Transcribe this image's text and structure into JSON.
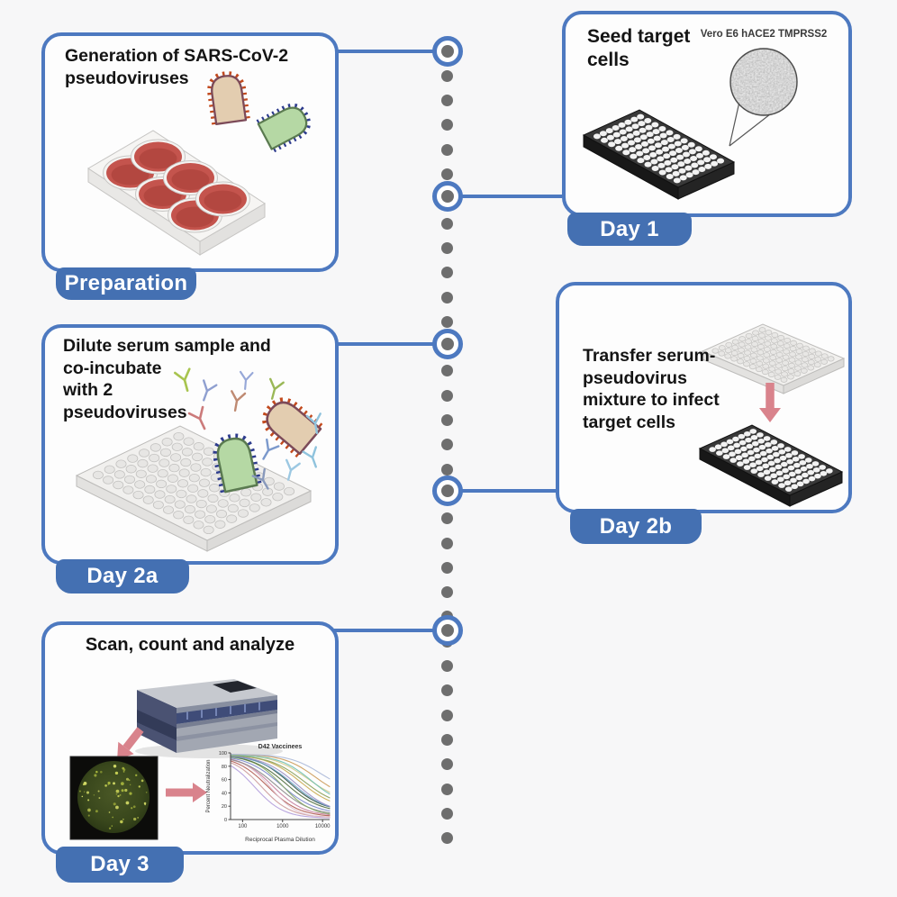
{
  "figure": {
    "background": "#f7f7f8",
    "description": "SARS-CoV-2 pseudovirus neutralization assay workflow timeline"
  },
  "palette": {
    "accent": "#4d79c0",
    "badge": "#4470b2",
    "timeline_dot": "#6e6e6e",
    "arrow": "#d9838c",
    "virus_tan_body": "#e3cdb0",
    "virus_tan_outline": "#7c4a58",
    "virus_tan_spikes": "#c24a1e",
    "virus_green_body": "#b5d8a4",
    "virus_green_outline": "#5a7a50",
    "virus_green_spikes": "#2e3c8e"
  },
  "boxes": {
    "prep": {
      "title": "Generation of SARS-CoV-2\npseudoviruses",
      "badge": "Preparation"
    },
    "day1": {
      "title": "Seed target\ncells",
      "badge": "Day 1",
      "annotation": "Vero E6 hACE2 TMPRSS2"
    },
    "day2a": {
      "title": "Dilute serum sample and\nco-incubate\nwith 2\npseudoviruses",
      "badge": "Day 2a"
    },
    "day2b": {
      "title": "Transfer serum-\npseudovirus\nmixture to infect\ntarget cells",
      "badge": "Day 2b"
    },
    "day3": {
      "title": "Scan, count and analyze",
      "badge": "Day 3"
    }
  },
  "chart_data": {
    "type": "line",
    "title": "D42 Vaccinees",
    "xlabel": "Reciprocal Plasma Dilution",
    "ylabel": "Percent Neutralization",
    "x_scale": "log",
    "xlim": [
      50,
      15000
    ],
    "ylim": [
      0,
      100
    ],
    "x_ticks": [
      100,
      1000,
      10000
    ],
    "y_ticks": [
      0,
      20,
      40,
      60,
      80,
      100
    ],
    "grid": false,
    "legend": "none",
    "note": "Sigmoid neutralization titration curves, one per subject; values estimated from figure",
    "curves": [
      {
        "color": "#b39ddb",
        "ec50": 200,
        "top": 96,
        "bottom": 2,
        "hill": 1.2
      },
      {
        "color": "#cc9999",
        "ec50": 300,
        "top": 95,
        "bottom": 3,
        "hill": 1.2
      },
      {
        "color": "#b05a50",
        "ec50": 420,
        "top": 96,
        "bottom": 4,
        "hill": 1.1
      },
      {
        "color": "#c77f9e",
        "ec50": 550,
        "top": 97,
        "bottom": 5,
        "hill": 1.1
      },
      {
        "color": "#e0c2d0",
        "ec50": 500,
        "top": 94,
        "bottom": 2,
        "hill": 1.3
      },
      {
        "color": "#8a8a8a",
        "ec50": 700,
        "top": 96,
        "bottom": 6,
        "hill": 1.0
      },
      {
        "color": "#7986cb",
        "ec50": 900,
        "top": 97,
        "bottom": 8,
        "hill": 1.0
      },
      {
        "color": "#88aa66",
        "ec50": 1000,
        "top": 96,
        "bottom": 5,
        "hill": 1.2
      },
      {
        "color": "#4e6b3a",
        "ec50": 1200,
        "top": 98,
        "bottom": 10,
        "hill": 1.0
      },
      {
        "color": "#2f4f3f",
        "ec50": 1500,
        "top": 98,
        "bottom": 12,
        "hill": 1.05
      },
      {
        "color": "#6aa0c8",
        "ec50": 1800,
        "top": 97,
        "bottom": 10,
        "hill": 1.0
      },
      {
        "color": "#9b8ec4",
        "ec50": 2300,
        "top": 97,
        "bottom": 8,
        "hill": 1.0
      },
      {
        "color": "#c9a84c",
        "ec50": 2800,
        "top": 98,
        "bottom": 15,
        "hill": 1.0
      },
      {
        "color": "#8a9e55",
        "ec50": 3400,
        "top": 97,
        "bottom": 18,
        "hill": 1.0
      },
      {
        "color": "#d4c98a",
        "ec50": 4200,
        "top": 98,
        "bottom": 25,
        "hill": 1.0
      },
      {
        "color": "#6dbfb0",
        "ec50": 5200,
        "top": 97,
        "bottom": 20,
        "hill": 1.1
      },
      {
        "color": "#cc9955",
        "ec50": 6500,
        "top": 98,
        "bottom": 30,
        "hill": 1.1
      },
      {
        "color": "#aab8d8",
        "ec50": 9000,
        "top": 98,
        "bottom": 40,
        "hill": 1.1
      }
    ]
  }
}
